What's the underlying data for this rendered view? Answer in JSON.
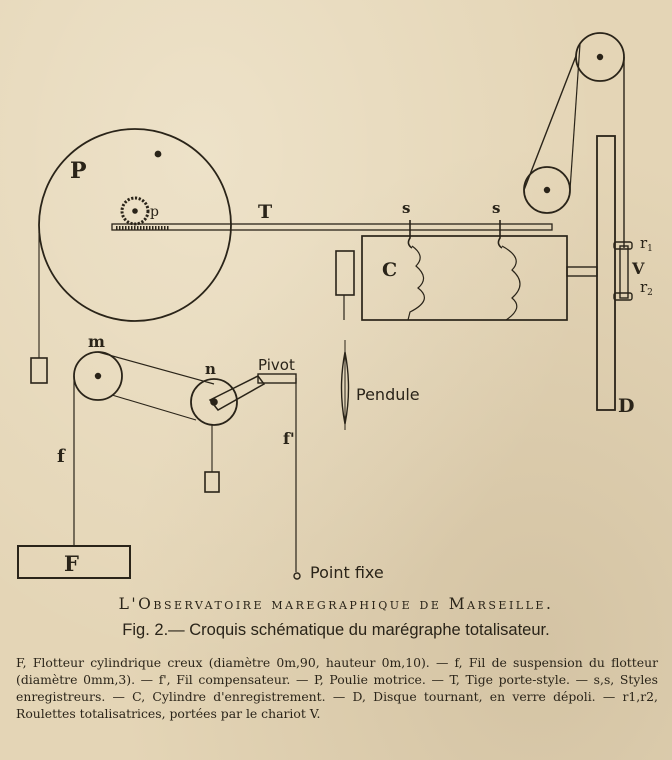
{
  "labels": {
    "P": "P",
    "p": "p",
    "T": "T",
    "s1": "s",
    "s2": "s",
    "C": "C",
    "r1": "r",
    "r1_sub": "1",
    "V": "V",
    "r2": "r",
    "r2_sub": "2",
    "D": "D",
    "m": "m",
    "n": "n",
    "pivot": "Pivot",
    "f": "f",
    "f_prime": "f'",
    "pendule": "Pendule",
    "F": "F",
    "point_fixe": "Point fixe"
  },
  "caption": {
    "title": "L'Observatoire maregraphique de Marseille.",
    "figure": "Fig. 2.— Croquis schématique du marégraphe totalisateur.",
    "legend": "F, Flotteur cylindrique creux (diamètre 0m,90, hauteur 0m,10). — f, Fil de suspension du flotteur (diamètre 0mm,3). — f', Fil compensateur. — P, Poulie motrice. — T, Tige porte-style. — s,s, Styles enregistreurs. — C, Cylindre d'enregistrement. — D, Disque tournant, en verre dépoli. — r1,r2, Roulettes totalisatrices, portées par le chariot V."
  },
  "colors": {
    "paper": "#e4d5b6",
    "ink": "#2a2419"
  }
}
